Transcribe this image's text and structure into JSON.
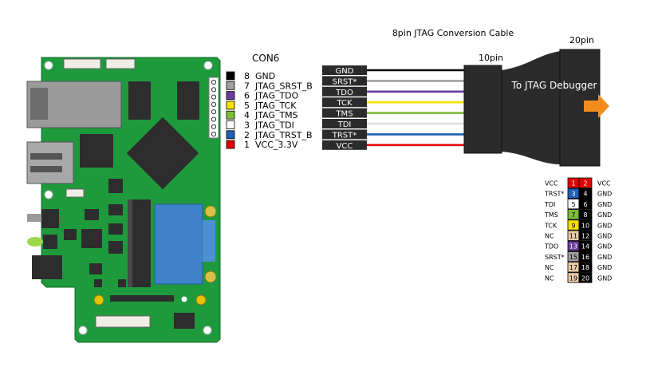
{
  "cable_title": "8pin JTAG Conversion Cable",
  "con6": {
    "title": "CON6",
    "pins": [
      {
        "num": "8",
        "name": "GND",
        "color": "#000000"
      },
      {
        "num": "7",
        "name": "JTAG_SRST_B",
        "color": "#a0a0a0"
      },
      {
        "num": "6",
        "name": "JTAG_TDO",
        "color": "#6a3d9a"
      },
      {
        "num": "5",
        "name": "JTAG_TCK",
        "color": "#f5e100"
      },
      {
        "num": "4",
        "name": "JTAG_TMS",
        "color": "#7cbd3a"
      },
      {
        "num": "3",
        "name": "JTAG_TDI",
        "color": "#ffffff"
      },
      {
        "num": "2",
        "name": "JTAG_TRST_B",
        "color": "#1f5fb4"
      },
      {
        "num": "1",
        "name": "VCC_3.3V",
        "color": "#e00000"
      }
    ]
  },
  "wires": [
    {
      "label": "GND",
      "color": "#000000"
    },
    {
      "label": "SRST*",
      "color": "#a0a0a0"
    },
    {
      "label": "TDO",
      "color": "#6a3d9a"
    },
    {
      "label": "TCK",
      "color": "#f5e100"
    },
    {
      "label": "TMS",
      "color": "#7cbd3a"
    },
    {
      "label": "TDI",
      "color": "#dddddd"
    },
    {
      "label": "TRST*",
      "color": "#1f5fb4"
    },
    {
      "label": "VCC",
      "color": "#e00000"
    }
  ],
  "connector_10pin_label": "10pin",
  "connector_20pin_label": "20pin",
  "debugger_label": "To JTAG Debugger",
  "header20": {
    "rows": [
      {
        "left_label": "VCC",
        "odd": "1",
        "odd_color": "#e00000",
        "even": "2",
        "even_color": "#e00000",
        "right_label": "VCC"
      },
      {
        "left_label": "TRST*",
        "odd": "3",
        "odd_color": "#1f5fb4",
        "even": "4",
        "even_color": "#000000",
        "right_label": "GND"
      },
      {
        "left_label": "TDI",
        "odd": "5",
        "odd_color": "#ffffff",
        "even": "6",
        "even_color": "#000000",
        "right_label": "GND"
      },
      {
        "left_label": "TMS",
        "odd": "7",
        "odd_color": "#7cbd3a",
        "even": "8",
        "even_color": "#000000",
        "right_label": "GND"
      },
      {
        "left_label": "TCK",
        "odd": "9",
        "odd_color": "#f5e100",
        "even": "10",
        "even_color": "#000000",
        "right_label": "GND"
      },
      {
        "left_label": "NC",
        "odd": "11",
        "odd_color": "#e8c9a8",
        "even": "12",
        "even_color": "#000000",
        "right_label": "GND"
      },
      {
        "left_label": "TDO",
        "odd": "13",
        "odd_color": "#6a3d9a",
        "even": "14",
        "even_color": "#000000",
        "right_label": "GND"
      },
      {
        "left_label": "SRST*",
        "odd": "15",
        "odd_color": "#a0a0a0",
        "even": "16",
        "even_color": "#000000",
        "right_label": "GND"
      },
      {
        "left_label": "NC",
        "odd": "17",
        "odd_color": "#e8c9a8",
        "even": "18",
        "even_color": "#000000",
        "right_label": "GND"
      },
      {
        "left_label": "NC",
        "odd": "19",
        "odd_color": "#e8c9a8",
        "even": "20",
        "even_color": "#000000",
        "right_label": "GND"
      }
    ]
  },
  "colors": {
    "pcb": "#1e9a3c",
    "cable_body": "#2b2b2b",
    "arrow": "#f28c1e"
  }
}
